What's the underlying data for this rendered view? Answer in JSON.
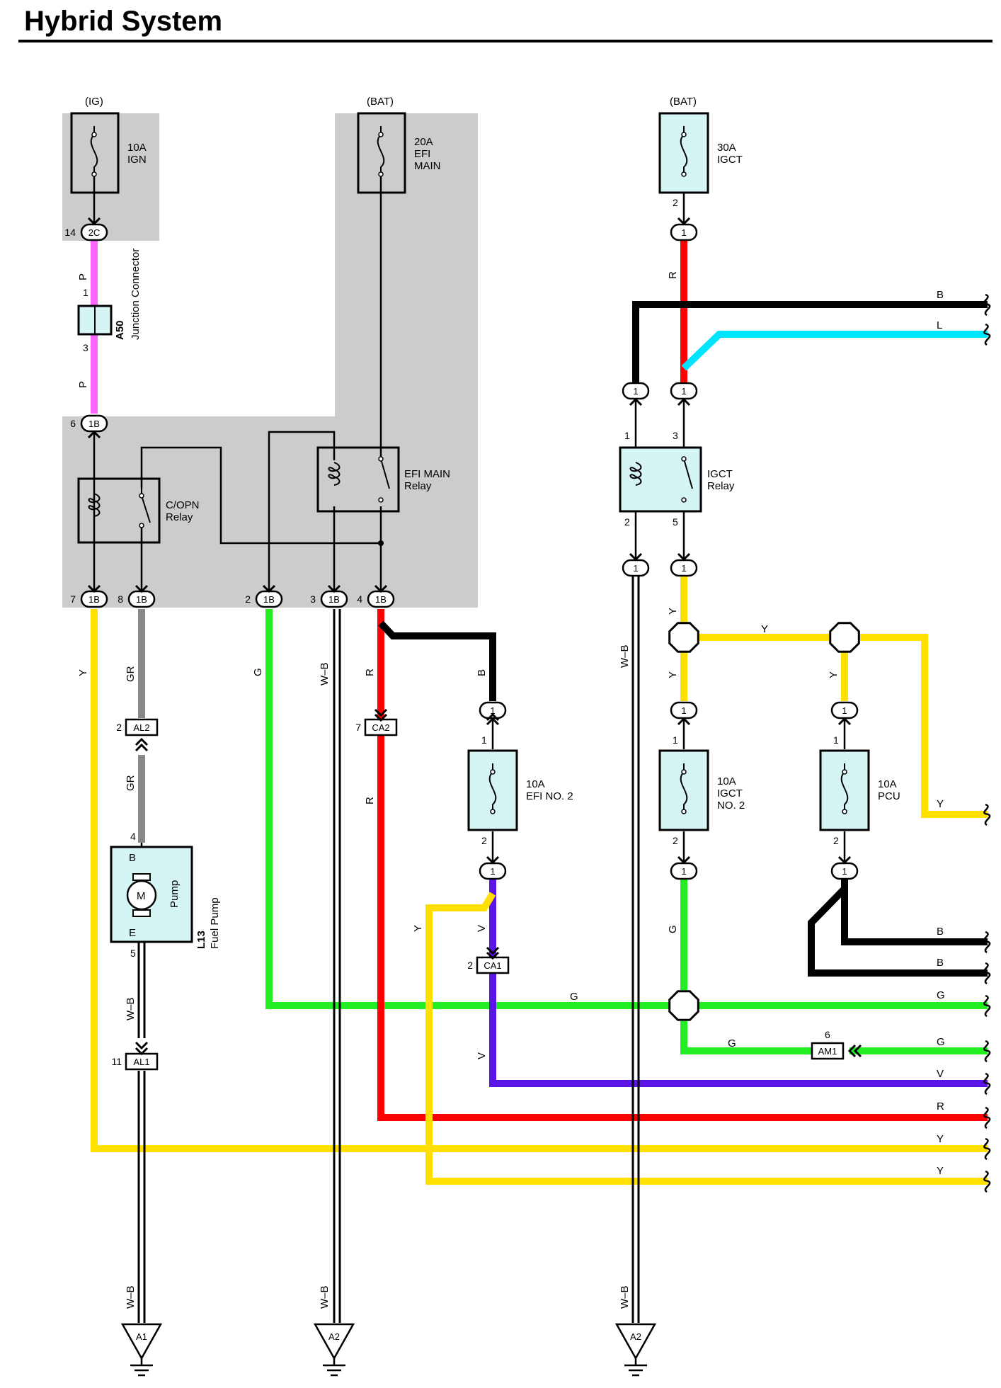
{
  "page_title": "Hybrid System",
  "colors": {
    "pink": "#ff66ff",
    "black": "#000000",
    "red": "#ff0000",
    "cyan": "#00e5ff",
    "yellow": "#ffe000",
    "green": "#22ee22",
    "gray": "#888888",
    "violet": "#5a14e6",
    "component_fill": "#d5f4f4",
    "shade": "#cccccc"
  },
  "sources": {
    "ig": "(IG)",
    "bat1": "(BAT)",
    "bat2": "(BAT)"
  },
  "fuses": {
    "ign": {
      "amp": "10A",
      "name": "IGN"
    },
    "efi_main": {
      "amp": "20A",
      "name1": "EFI",
      "name2": "MAIN"
    },
    "igct": {
      "amp": "30A",
      "name": "IGCT"
    },
    "efi_no2": {
      "amp": "10A",
      "name": "EFI NO. 2"
    },
    "igct_no2": {
      "amp": "10A",
      "name1": "IGCT",
      "name2": "NO. 2"
    },
    "pcu": {
      "amp": "10A",
      "name": "PCU"
    }
  },
  "relays": {
    "copn": {
      "name1": "C/OPN",
      "name2": "Relay"
    },
    "efi_main": {
      "name1": "EFI MAIN",
      "name2": "Relay"
    },
    "igct": {
      "name1": "IGCT",
      "name2": "Relay"
    }
  },
  "junction": {
    "id": "A50",
    "name": "Junction Connector",
    "pin_top": "1",
    "pin_bottom": "3"
  },
  "fuel_pump": {
    "id": "L13",
    "name": "Fuel Pump",
    "motor": "M",
    "label": "Pump",
    "term_b": "B",
    "term_e": "E",
    "pin_top": "4",
    "pin_bottom": "5"
  },
  "connectors": {
    "c2c": {
      "label": "2C",
      "pin": "14"
    },
    "c1b_top": {
      "label": "1B",
      "pin": "6"
    },
    "c1b_7": {
      "label": "1B",
      "pin": "7"
    },
    "c1b_8": {
      "label": "1B",
      "pin": "8"
    },
    "c1b_2": {
      "label": "1B",
      "pin": "2"
    },
    "c1b_3": {
      "label": "1B",
      "pin": "3"
    },
    "c1b_4": {
      "label": "1B",
      "pin": "4"
    },
    "al2": {
      "label": "AL2",
      "pin": "2"
    },
    "ca2": {
      "label": "CA2",
      "pin": "7"
    },
    "ca1": {
      "label": "CA1",
      "pin": "2"
    },
    "al1": {
      "label": "AL1",
      "pin": "11"
    },
    "am1": {
      "label": "AM1",
      "pin": "6"
    },
    "one": "1"
  },
  "pins": {
    "igct_fuse_out": "2",
    "igct_relay_1": "1",
    "igct_relay_3": "3",
    "igct_relay_2": "2",
    "igct_relay_5": "5",
    "efi2_in": "1",
    "efi2_out": "2",
    "igct2_in": "1",
    "igct2_out": "2",
    "pcu_in": "1",
    "pcu_out": "2"
  },
  "grounds": {
    "a1": "A1",
    "a2_left": "A2",
    "a2_right": "A2"
  },
  "wires": {
    "p": "P",
    "y": "Y",
    "gr": "GR",
    "g": "G",
    "wb": "W–B",
    "r": "R",
    "b": "B",
    "l": "L",
    "v": "V"
  }
}
